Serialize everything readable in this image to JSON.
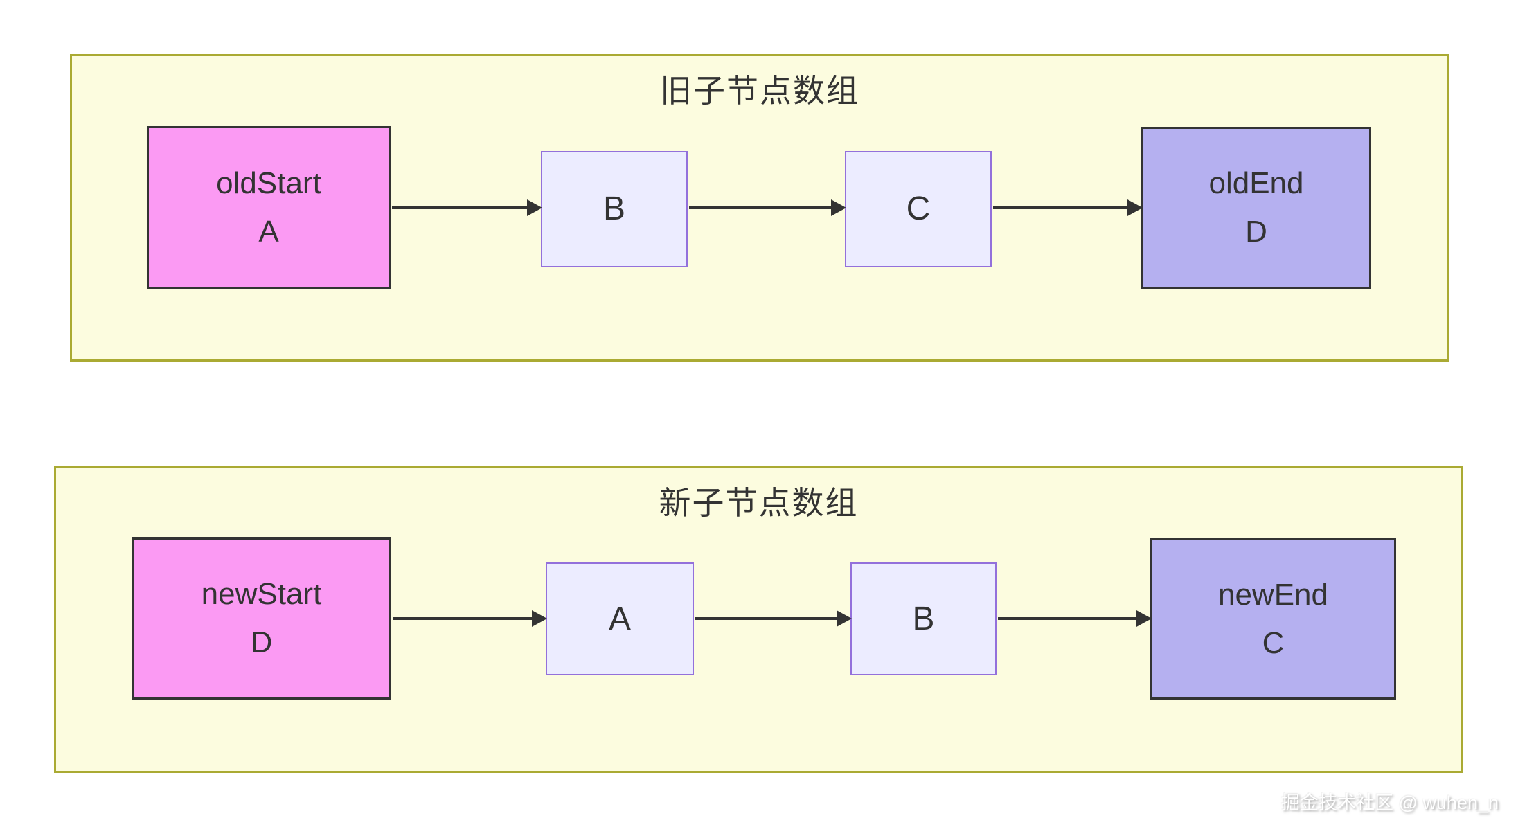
{
  "old_array": {
    "title": "旧子节点数组",
    "nodes": [
      {
        "line1": "oldStart",
        "line2": "A"
      },
      {
        "label": "B"
      },
      {
        "label": "C"
      },
      {
        "line1": "oldEnd",
        "line2": "D"
      }
    ]
  },
  "new_array": {
    "title": "新子节点数组",
    "nodes": [
      {
        "line1": "newStart",
        "line2": "D"
      },
      {
        "label": "A"
      },
      {
        "label": "B"
      },
      {
        "line1": "newEnd",
        "line2": "C"
      }
    ]
  },
  "watermark": "掘金技术社区 @ wuhen_n",
  "colors": {
    "cluster_fill": "#fcfcdf",
    "cluster_border": "#aaaa33",
    "node_default_fill": "#ececff",
    "node_default_border": "#9370db",
    "start_node_fill": "#fb9af3",
    "end_node_fill": "#b5b0f0",
    "dark_border": "#333333",
    "text": "#333333",
    "arrow": "#333333"
  }
}
